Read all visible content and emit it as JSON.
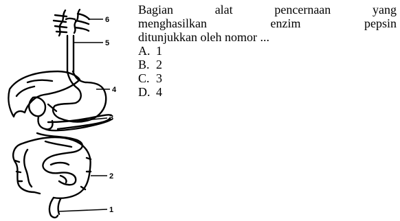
{
  "question": {
    "stem_words": [
      [
        "Bagian",
        "alat",
        "pencernaan",
        "yang"
      ],
      [
        "menghasilkan",
        "enzim",
        "pepsin"
      ],
      [
        "ditunjukkan oleh nomor ..."
      ]
    ],
    "options": [
      {
        "letter": "A.",
        "text": "1"
      },
      {
        "letter": "B.",
        "text": "2"
      },
      {
        "letter": "C.",
        "text": "3"
      },
      {
        "letter": "D.",
        "text": "4"
      }
    ]
  },
  "figure": {
    "labels": [
      "6",
      "5",
      "4",
      "3",
      "2",
      "1"
    ]
  }
}
